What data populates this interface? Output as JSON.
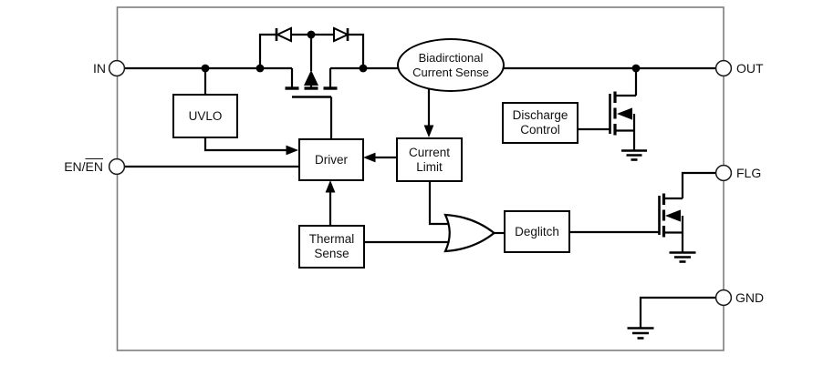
{
  "pins": {
    "in": "IN",
    "en_prefix": "EN/",
    "en_overline": "EN",
    "out": "OUT",
    "flg": "FLG",
    "gnd": "GND"
  },
  "blocks": {
    "uvlo": "UVLO",
    "driver": "Driver",
    "current_limit": {
      "line1": "Current",
      "line2": "Limit"
    },
    "thermal_sense": {
      "line1": "Thermal",
      "line2": "Sense"
    },
    "deglitch": "Deglitch",
    "discharge_control": {
      "line1": "Discharge",
      "line2": "Control"
    },
    "bidirectional_sense": {
      "line1": "Biadirctional",
      "line2": "Current Sense"
    }
  },
  "colors": {
    "wire": "#000000",
    "boundary": "#7d7d7d",
    "background": "#ffffff"
  }
}
